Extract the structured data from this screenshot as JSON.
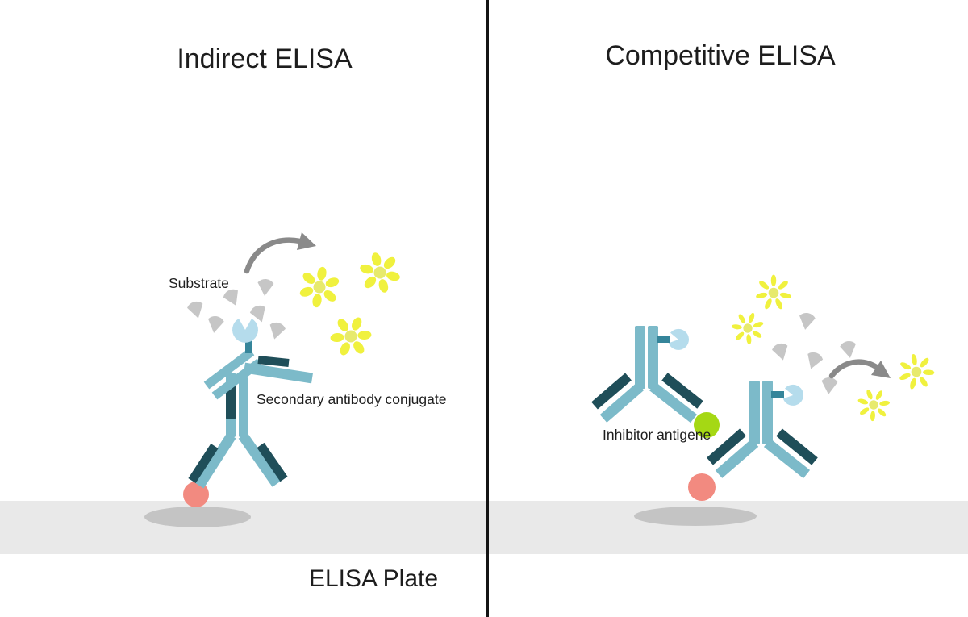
{
  "diagram": {
    "left_panel": {
      "title": "Indirect ELISA",
      "substrate_label": "Substrate",
      "secondary_antibody_label": "Secondary antibody conjugate"
    },
    "right_panel": {
      "title": "Competitive ELISA",
      "inhibitor_label": "Inhibitor antigene"
    },
    "plate_label": "ELISA Plate"
  },
  "colors": {
    "antibody_light": "#7cbac9",
    "antibody_dark": "#1f4e59",
    "stem_teal": "#35859a",
    "enzyme_blue": "#b5dcec",
    "antigen_pink": "#f28a80",
    "inhibitor_green": "#a5d814",
    "signal_yellow": "#f0f13e",
    "signal_center": "#e7ea6d",
    "substrate_gray": "#c6c6c6",
    "arrow_gray": "#8a8a8a",
    "plate_gray": "#e9e9e9",
    "shadow_gray": "#c4c4c4",
    "divider_black": "#141414",
    "text_black": "#1d1d1d"
  }
}
